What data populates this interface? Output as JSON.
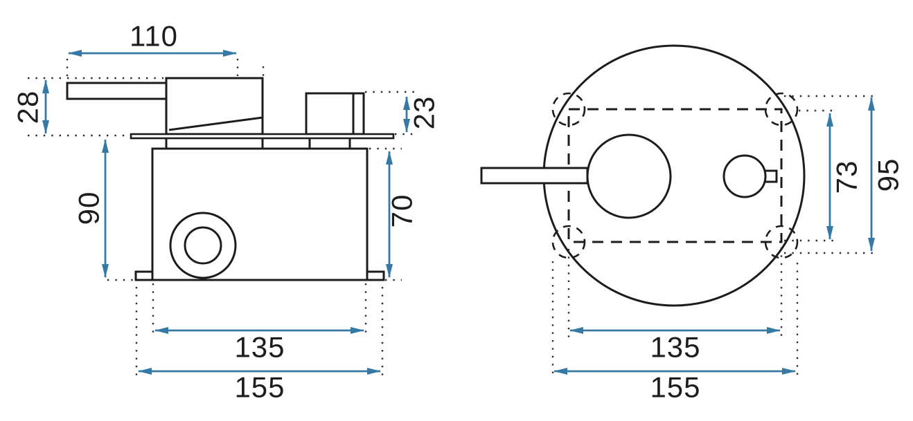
{
  "colors": {
    "outline": "#1c1c1c",
    "dimension_accent": "#3679a4",
    "label_text": "#1d1d1d",
    "background": "#ffffff"
  },
  "side_view": {
    "dims": {
      "handle_reach": "110",
      "handle_drop": "28",
      "outlet_height": "23",
      "depth_overall": "90",
      "body_depth": "70",
      "body_width": "135",
      "plate_width": "155"
    }
  },
  "front_view": {
    "dims": {
      "cutout_height": "73",
      "overall_height": "95",
      "cutout_width": "135",
      "plate_width": "155"
    }
  }
}
